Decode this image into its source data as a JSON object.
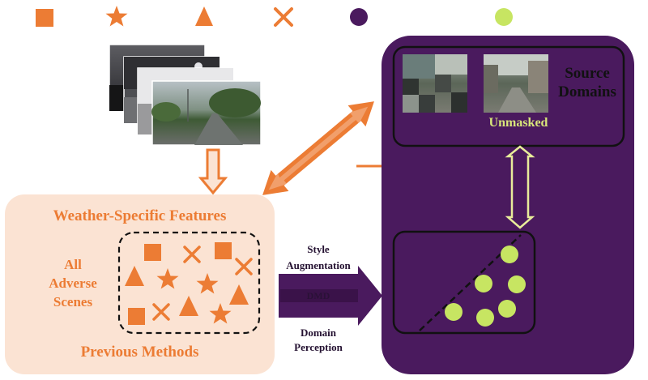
{
  "legend": {
    "items": [
      {
        "icon": "square-icon",
        "color": "#ec7c34"
      },
      {
        "icon": "star-icon",
        "color": "#ec7c34"
      },
      {
        "icon": "triangle-icon",
        "color": "#ec7c34"
      },
      {
        "icon": "cross-icon",
        "color": "#ec7c34"
      },
      {
        "icon": "circle-icon",
        "color": "#4a1a5e"
      },
      {
        "icon": "circle-icon",
        "color": "#c7e562"
      }
    ]
  },
  "left_panel": {
    "title": "Weather-Specific Features",
    "side_label_lines": [
      "All",
      "Adverse",
      "Scenes"
    ],
    "footer": "Previous Methods"
  },
  "right_panel": {
    "source_label_lines": [
      "Source",
      "Domains"
    ],
    "unmasked_label": "Unmasked"
  },
  "middle_arrows": {
    "top_lines": [
      "Style",
      "Augmentation"
    ],
    "middle_label": "DMD",
    "bottom_lines": [
      "Domain",
      "Perception"
    ]
  },
  "colors": {
    "orange": "#ec7c34",
    "purple": "#4a1a5e",
    "lime": "#c7e562",
    "peach": "#fbe3d3",
    "arrow_lime": "#e8ed9a"
  }
}
